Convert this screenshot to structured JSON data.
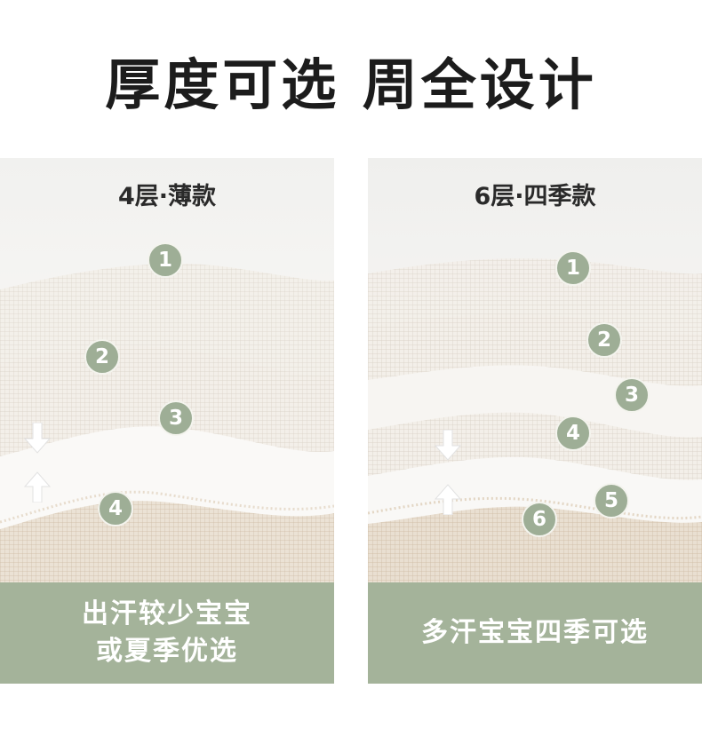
{
  "title": "厚度可选 周全设计",
  "colors": {
    "accent": "#a4b39a",
    "badge": "#9eae96",
    "text": "#1c1c1c"
  },
  "cards": [
    {
      "label": "4层·薄款",
      "layers": [
        "1",
        "2",
        "3",
        "4"
      ],
      "caption": [
        "出汗较少宝宝",
        "或夏季优选"
      ],
      "icons": [
        "arrow-down-icon",
        "arrow-up-icon"
      ]
    },
    {
      "label": "6层·四季款",
      "layers": [
        "1",
        "2",
        "3",
        "4",
        "5",
        "6"
      ],
      "caption": [
        "多汗宝宝四季可选"
      ],
      "icons": [
        "arrow-down-icon",
        "arrow-up-icon"
      ]
    }
  ]
}
